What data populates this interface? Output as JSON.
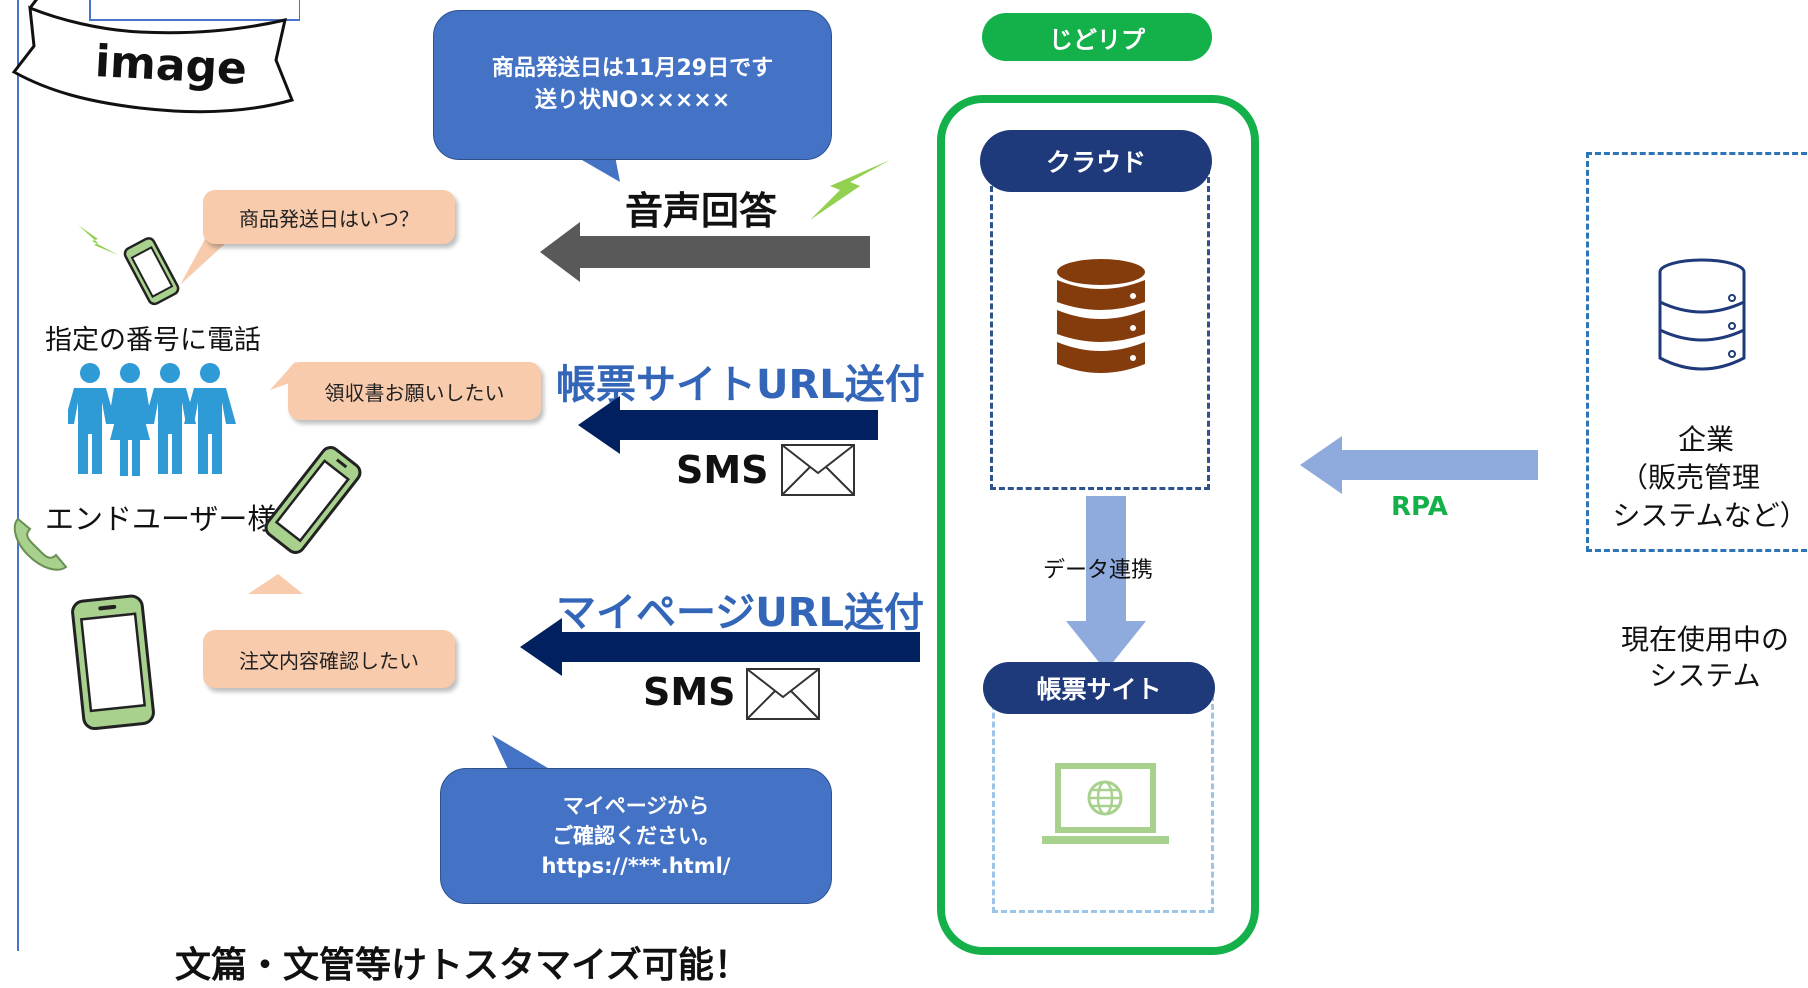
{
  "banner": {
    "label": "image"
  },
  "left": {
    "caller_caption": "指定の番号に電話",
    "users_caption": "エンドユーザー様",
    "bubbles": {
      "shipping_question": "商品発送日はいつ？",
      "receipt_request": "領収書お願いしたい",
      "order_check": "注文内容確認したい"
    }
  },
  "voice_reply": {
    "lines": [
      "商品発送日は11月29日です",
      "送り状NO×××××"
    ]
  },
  "mypage_reply": {
    "lines": [
      "マイページから",
      "ご確認ください。",
      "https://***.html/"
    ]
  },
  "arrows": {
    "voice": {
      "label": "音声回答"
    },
    "receipt_url": {
      "label": "帳票サイトURL送付",
      "sub": "SMS"
    },
    "mypage_url": {
      "label": "マイページURL送付",
      "sub": "SMS"
    }
  },
  "jidolip": {
    "title": "じどリプ",
    "cloud_label": "クラウド",
    "data_link_label": "データ連携",
    "form_site_label": "帳票サイト"
  },
  "rpa_label": "RPA",
  "company": {
    "lines": [
      "企業",
      "（販売管理",
      "システムなど）"
    ],
    "caption_lines": [
      "現在使用中の",
      "システム"
    ]
  },
  "footer_partial": "文篇・文管等けトスタマイズ可能！",
  "colors": {
    "green": "#14b14b",
    "navy": "#1f3a7a",
    "blue": "#4472c4",
    "dark_navy": "#002060",
    "gray": "#595959",
    "brown": "#843c0c",
    "light_blue": "#8faadc",
    "phone_green": "#a9d18e"
  }
}
